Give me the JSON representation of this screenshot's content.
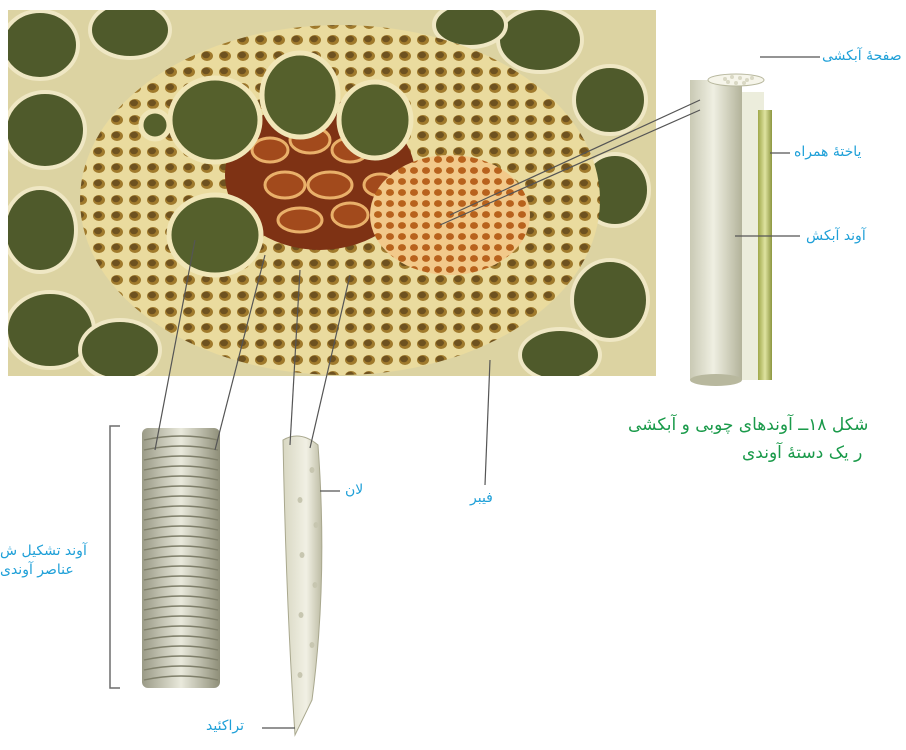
{
  "labels": {
    "sieve_plate": "صفحهٔ آبکشی",
    "companion_cell": "یاختهٔ همراه",
    "sieve_tube": "آوند آبکش",
    "fiber": "فیبر",
    "pit": "لان",
    "vessel_line1": "آوند تشکیل ش",
    "vessel_line2": "عناصر آوندی",
    "tracheid": "تراکئید"
  },
  "caption": {
    "line1": "شکل ۱۸ــ آوندهای چوبی و آبکشی",
    "line2": "ر یک دستهٔ آوندی"
  },
  "colors": {
    "label": "#1fa0d8",
    "caption": "#1a9a4a",
    "tissue_bg": "#e7d69a",
    "cell_dark": "#5c6a2a",
    "cell_red": "#8a3a18",
    "cell_orange": "#c8731e"
  }
}
